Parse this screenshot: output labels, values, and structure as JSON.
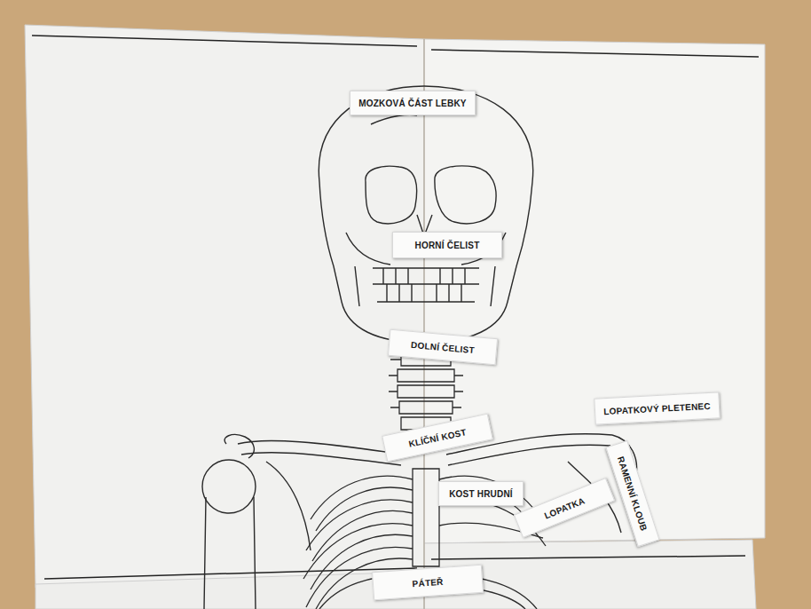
{
  "diagram": {
    "nodes": [
      {
        "text": [
          "MOZKOVÁ ČÁST LEBKY"
        ]
      },
      {
        "text": [
          "HORNÍ ČELIST"
        ]
      },
      {
        "text": [
          "DOLNÍ ČELIST"
        ]
      },
      {
        "text": [
          "LOPATKOVÝ PLETENEC"
        ]
      },
      {
        "text": [
          "KLÍČNÍ KOST"
        ]
      },
      {
        "text": [
          "RAMENNÍ KLOUB"
        ]
      },
      {
        "text": [
          "KOST HRUDNÍ"
        ]
      },
      {
        "text": [
          "LOPATKA"
        ]
      },
      {
        "text": [
          "PÁTEŘ"
        ]
      }
    ]
  }
}
